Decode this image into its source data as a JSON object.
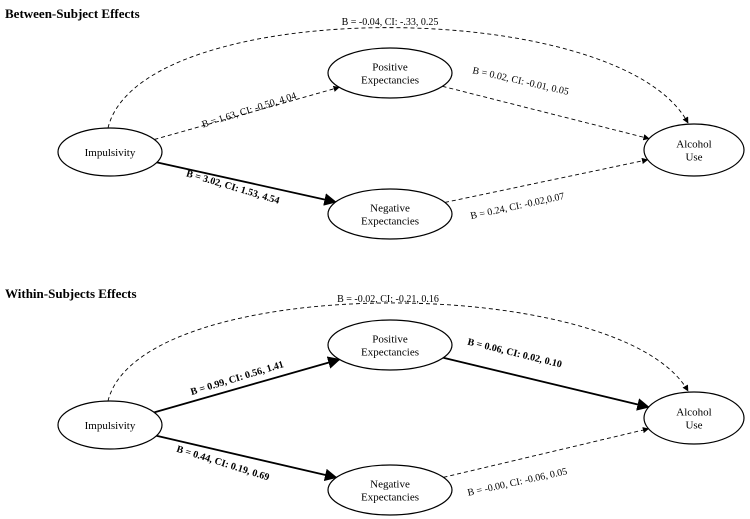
{
  "panels": [
    {
      "title": "Between-Subject Effects",
      "nodes": {
        "impulsivity": [
          "Impulsivity"
        ],
        "positive": [
          "Positive",
          "Expectancies"
        ],
        "negative": [
          "Negative",
          "Expectancies"
        ],
        "alcohol": [
          "Alcohol",
          "Use"
        ]
      },
      "paths": {
        "direct": {
          "label": "B = -0.04, CI: -.33, 0.25",
          "significant": false
        },
        "imp_pos": {
          "label": "B = 1.63, CI: -0.50, 4.04",
          "significant": false
        },
        "imp_neg": {
          "label": "B = 3.02, CI: 1.53, 4.54",
          "significant": true
        },
        "pos_alc": {
          "label": "B = 0.02, CI: -0.01, 0.05",
          "significant": false
        },
        "neg_alc": {
          "label": "B = 0.24, CI: -0.02,0.07",
          "significant": false
        }
      }
    },
    {
      "title": "Within-Subjects  Effects",
      "nodes": {
        "impulsivity": [
          "Impulsivity"
        ],
        "positive": [
          "Positive",
          "Expectancies"
        ],
        "negative": [
          "Negative",
          "Expectancies"
        ],
        "alcohol": [
          "Alcohol",
          "Use"
        ]
      },
      "paths": {
        "direct": {
          "label": "B = -0.02, CI: -0.21, 0.16",
          "significant": false
        },
        "imp_pos": {
          "label": "B = 0.99, CI: 0.56, 1.41",
          "significant": true
        },
        "imp_neg": {
          "label": "B = 0.44, CI: 0.19, 0.69",
          "significant": true
        },
        "pos_alc": {
          "label": "B = 0.06, CI: 0.02, 0.10",
          "significant": true
        },
        "neg_alc": {
          "label": "B = -0.00, CI: -0.06, 0.05",
          "significant": false
        }
      }
    }
  ]
}
